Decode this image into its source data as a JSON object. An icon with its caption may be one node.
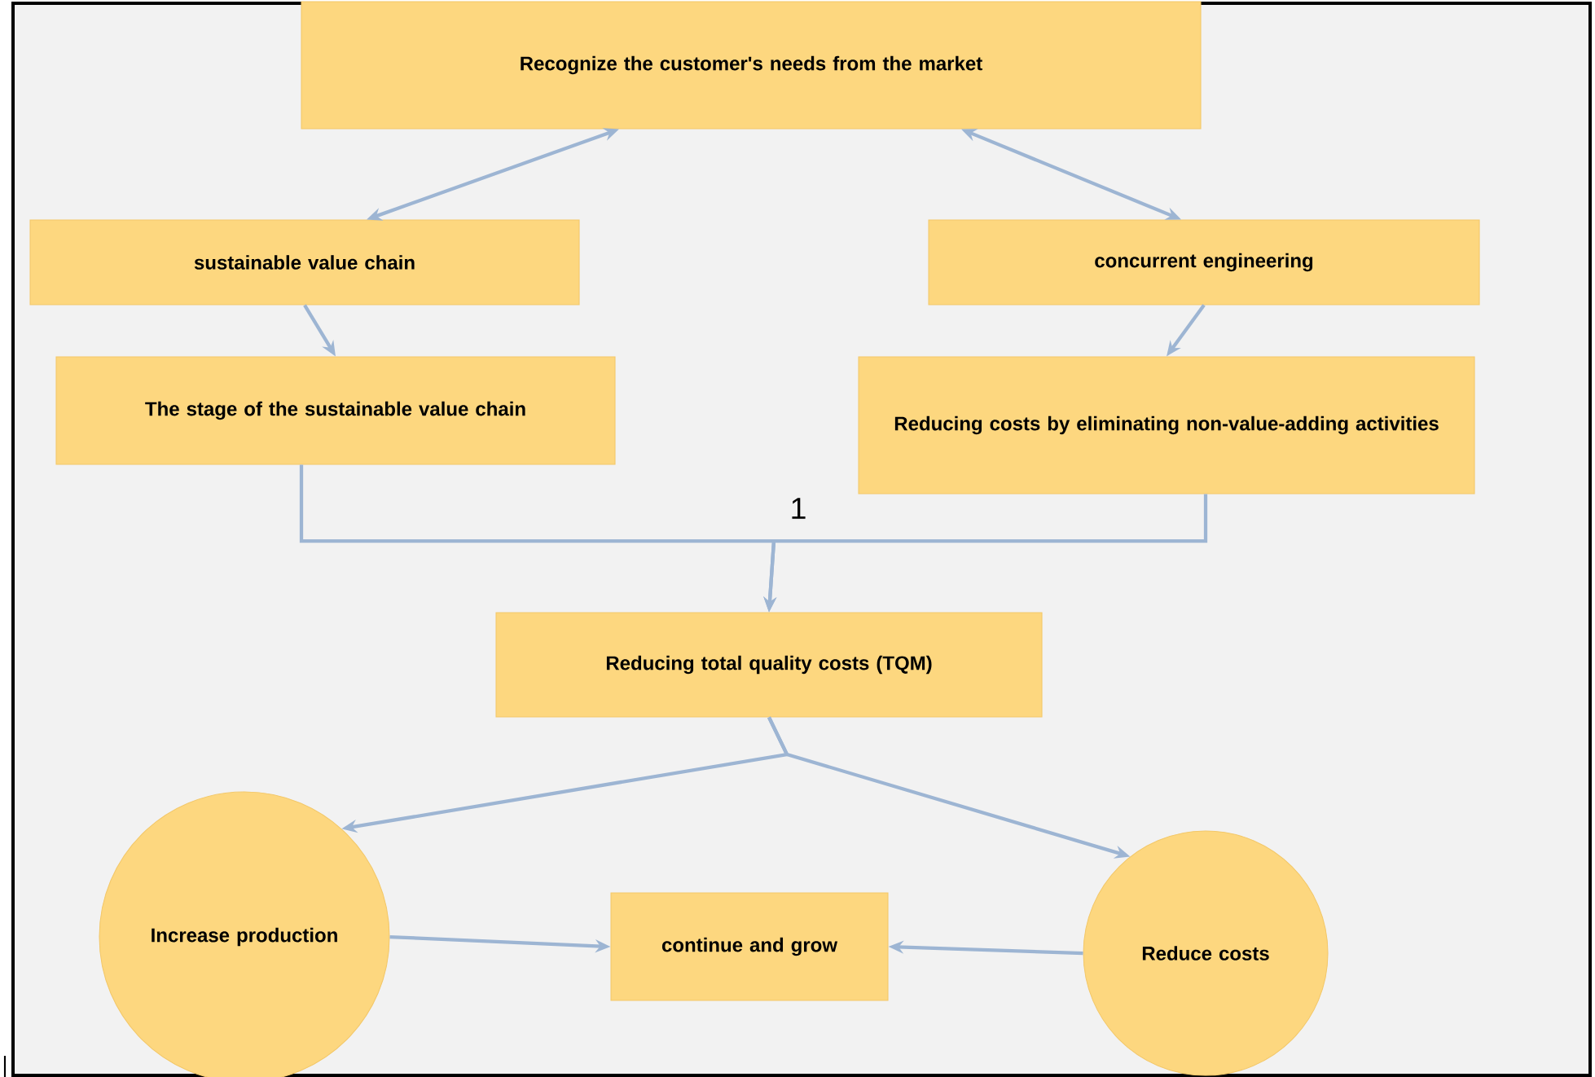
{
  "diagram": {
    "nodes": [
      {
        "text": [
          "Recognize the customer's needs from the market"
        ]
      },
      {
        "text": [
          "sustainable value chain"
        ]
      },
      {
        "text": [
          "concurrent engineering"
        ]
      },
      {
        "text": [
          "The stage of the sustainable value chain"
        ]
      },
      {
        "text": [
          "Reducing costs by eliminating non-value-adding activities"
        ]
      },
      {
        "text": [
          "Reducing total quality costs (TQM)"
        ]
      },
      {
        "text": [
          "Increase production"
        ]
      },
      {
        "text": [
          "continue and grow"
        ]
      },
      {
        "text": [
          "Reduce costs"
        ]
      }
    ],
    "edges": [
      {
        "from": 0,
        "to": 1,
        "arrow": "both"
      },
      {
        "from": 0,
        "to": 2,
        "arrow": "both"
      },
      {
        "from": 1,
        "to": 3,
        "arrow": "to"
      },
      {
        "from": 2,
        "to": 4,
        "arrow": "to"
      },
      {
        "from": 3,
        "to": 5,
        "arrow": "to"
      },
      {
        "from": 4,
        "to": 5,
        "arrow": "to"
      },
      {
        "from": 5,
        "to": 6,
        "arrow": "to"
      },
      {
        "from": 5,
        "to": 8,
        "arrow": "to"
      },
      {
        "from": 6,
        "to": 7,
        "arrow": "to"
      },
      {
        "from": 8,
        "to": 7,
        "arrow": "to"
      }
    ],
    "labels": [
      "1"
    ]
  }
}
